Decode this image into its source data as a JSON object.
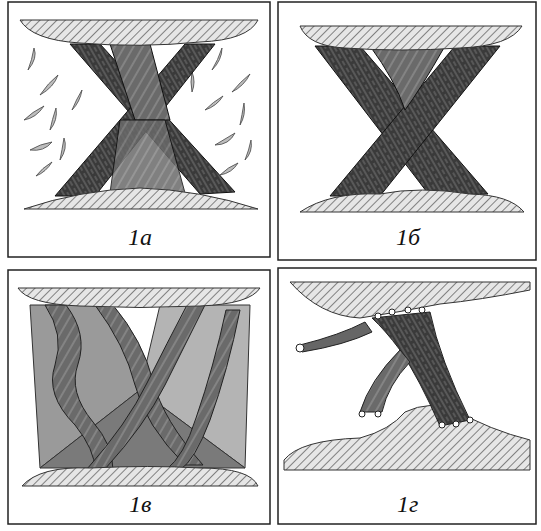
{
  "diagram": {
    "labels": [
      "1а",
      "1б",
      "1в",
      "1г"
    ]
  }
}
